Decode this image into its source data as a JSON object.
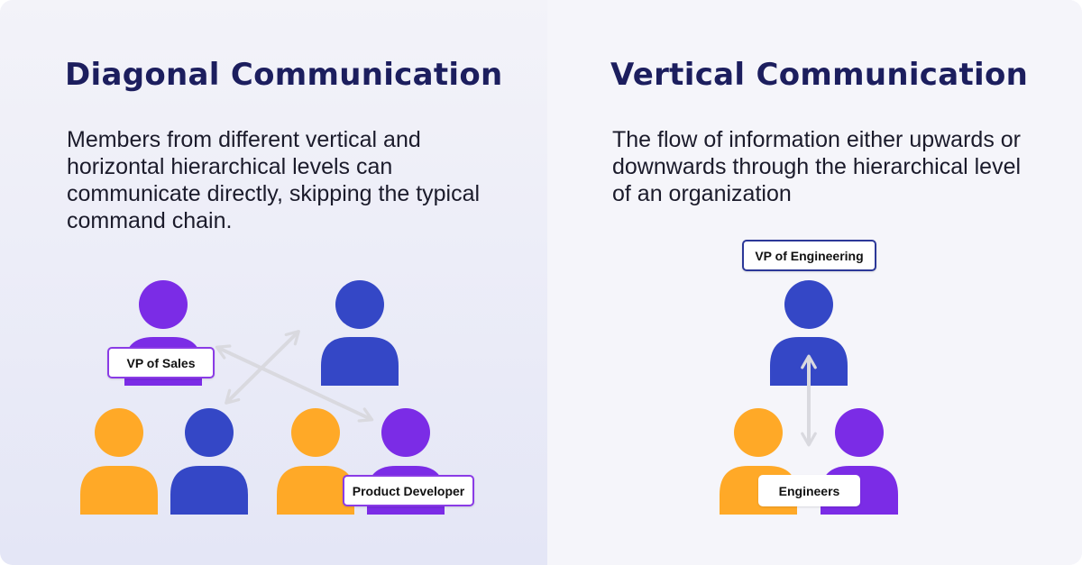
{
  "diagonal": {
    "title": "Diagonal Communication",
    "description": "Members from different vertical and horizontal hierarchical levels can communicate directly, skipping the typical command chain.",
    "labels": {
      "vp_sales": "VP of Sales",
      "product_developer": "Product Developer"
    }
  },
  "vertical": {
    "title": "Vertical Communication",
    "description": "The flow of information either upwards or downwards through the hierarchical level of an organization",
    "labels": {
      "vp_engineering": "VP of Engineering",
      "engineers": "Engineers"
    }
  },
  "colors": {
    "purple": "#7b2ce6",
    "blue": "#3447c6",
    "orange": "#ffa927",
    "arrow": "#d9d9df",
    "title": "#1c1e5e"
  }
}
